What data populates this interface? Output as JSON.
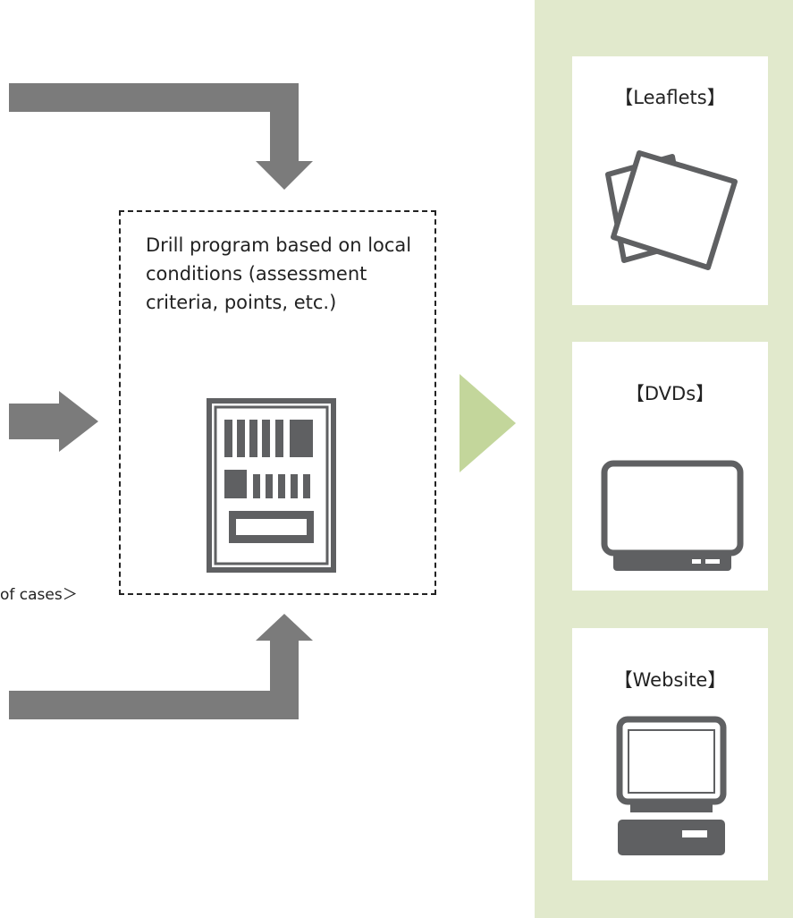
{
  "drill_program": {
    "text": "Drill program based on local conditions (assessment criteria, points, etc.)",
    "icon": "document-form-icon"
  },
  "cases_label": "of cases＞",
  "outputs": [
    {
      "label": "【Leaflets】",
      "icon": "leaflets-icon"
    },
    {
      "label": "【DVDs】",
      "icon": "tv-monitor-icon"
    },
    {
      "label": "【Website】",
      "icon": "desktop-computer-icon"
    }
  ],
  "colors": {
    "arrow_gray": "#7b7b7b",
    "panel_green": "#e1e9cc",
    "big_arrow_green": "#c3d69b",
    "icon_gray": "#5f6062"
  }
}
